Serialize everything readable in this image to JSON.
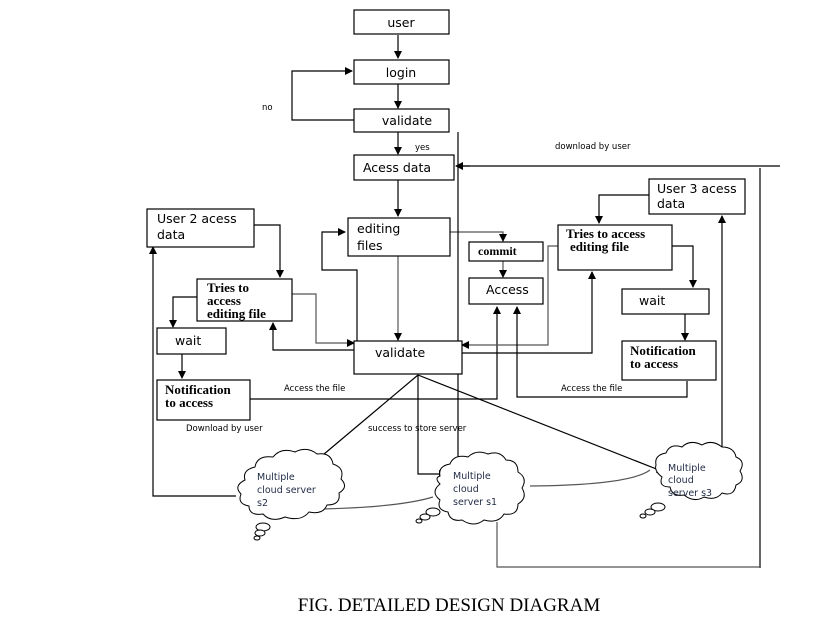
{
  "figure": {
    "caption": "FIG. DETAILED DESIGN DIAGRAM"
  },
  "nodes": {
    "user": "user",
    "login": "login",
    "validate_login": "validate",
    "access_data": "Acess data",
    "editing_files": [
      "editing",
      "files"
    ],
    "commit": "commit",
    "access": "Access",
    "validate_main": "validate",
    "user2_access": [
      "User 2 acess",
      "data"
    ],
    "user2_tries": [
      "Tries to",
      "access",
      "editing file"
    ],
    "user2_wait": "wait",
    "user2_notification": [
      "Notification",
      "to access"
    ],
    "user3_access": [
      "User 3 acess",
      "data"
    ],
    "user3_tries": [
      "Tries to access",
      "editing file"
    ],
    "user3_wait": "wait",
    "user3_notification": [
      "Notification",
      "to access"
    ],
    "cloud_s2": [
      "Multiple",
      "cloud server",
      "s2"
    ],
    "cloud_s1": [
      "Multiple",
      "cloud",
      "server s1"
    ],
    "cloud_s3": [
      "Multiple",
      "cloud",
      "server s3"
    ]
  },
  "edge_labels": {
    "no": "no",
    "yes": "yes",
    "download_by_user_top": "download by user",
    "access_the_file_left": "Access the file",
    "access_the_file_right": "Access the file",
    "download_by_user_bottom": "Download by user",
    "success_to_store": "success to store server"
  }
}
